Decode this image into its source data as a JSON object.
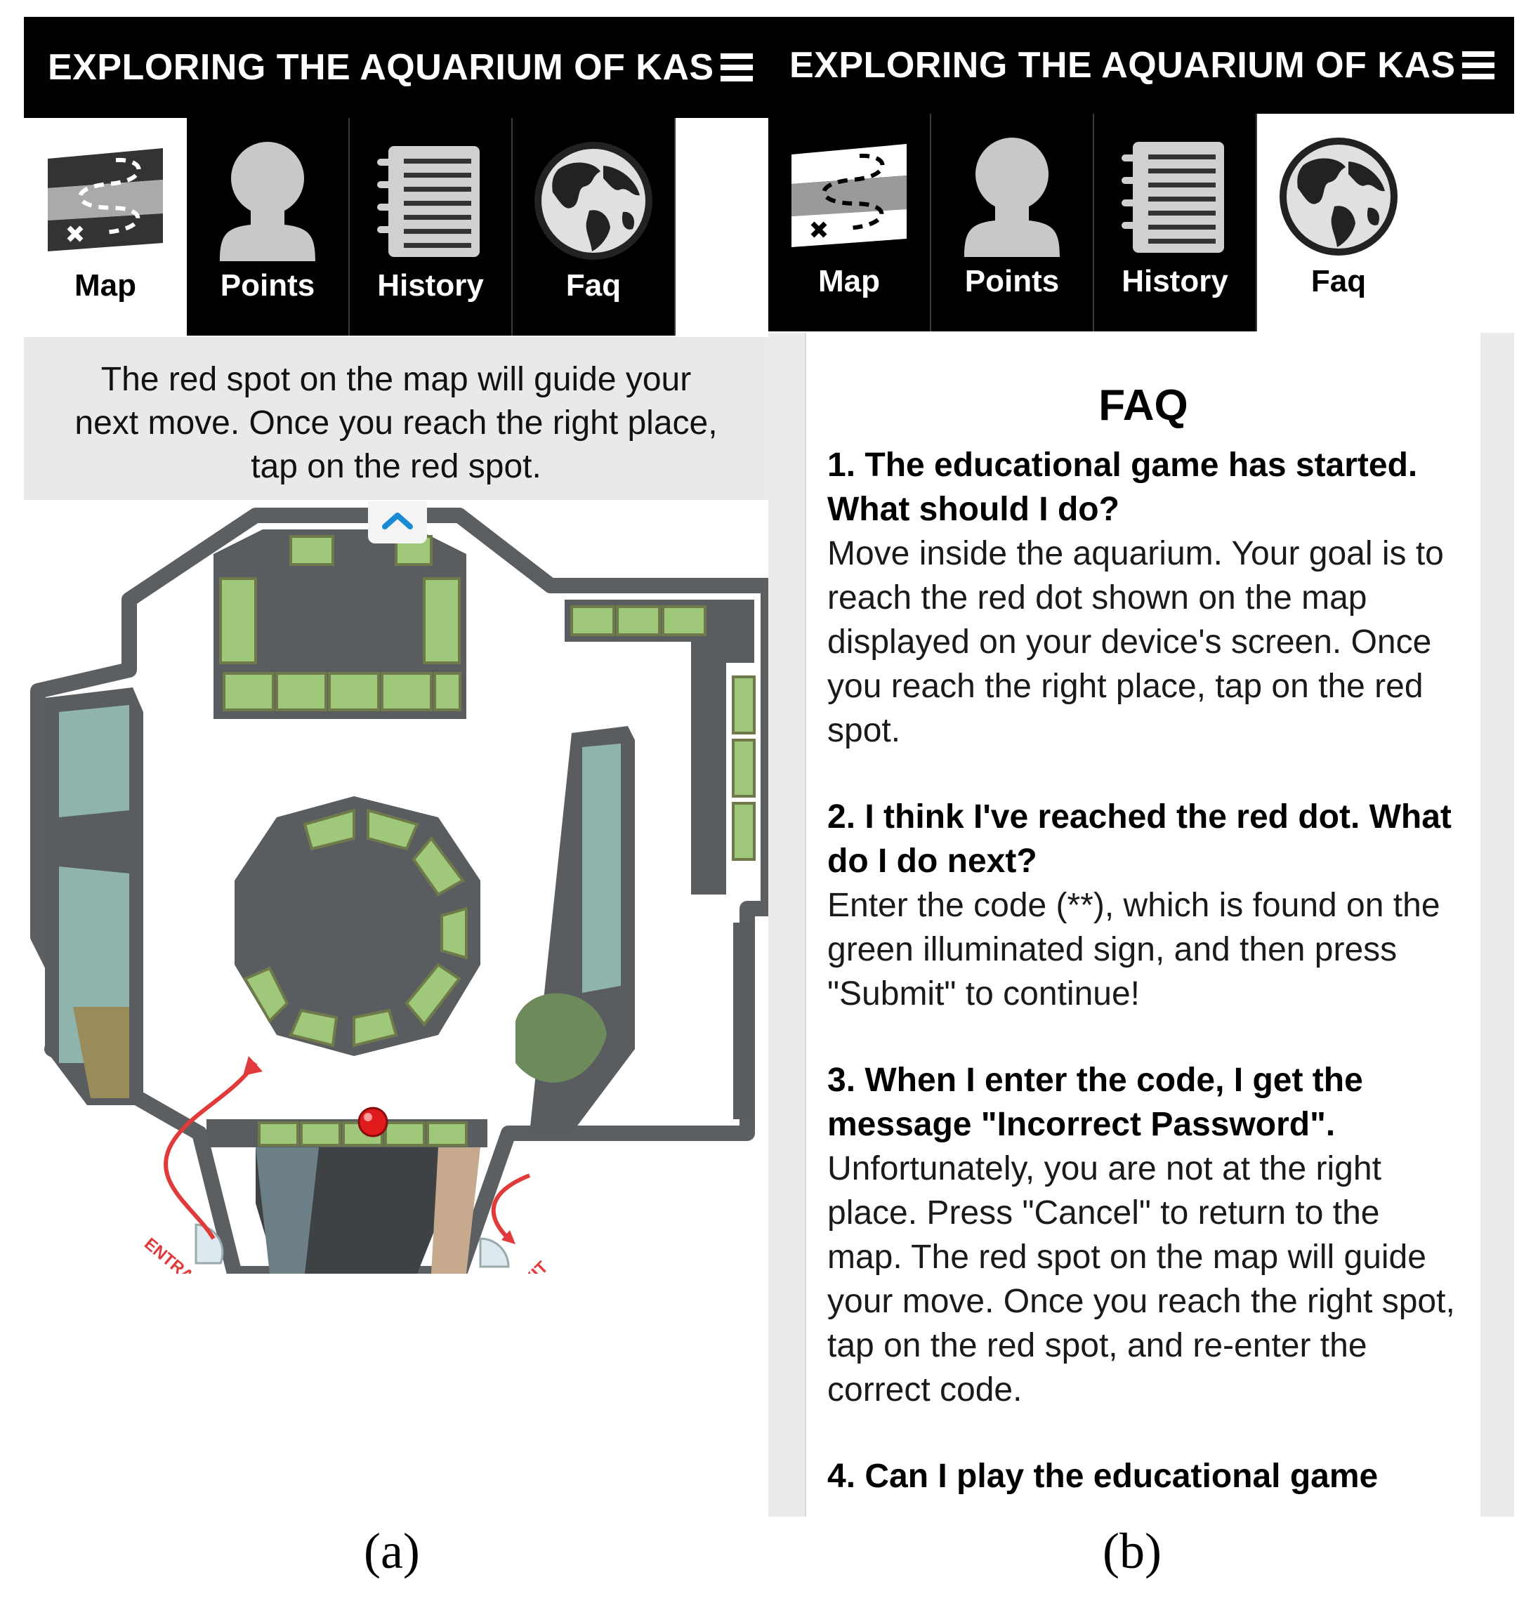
{
  "screen_a": {
    "app_title": "EXPLORING THE AQUARIUM OF KAS",
    "tabs": [
      {
        "label": "Map",
        "icon": "map-icon"
      },
      {
        "label": "Points",
        "icon": "user-icon"
      },
      {
        "label": "History",
        "icon": "notebook-icon"
      },
      {
        "label": "Faq",
        "icon": "globe-icon"
      }
    ],
    "active_tab": "Map",
    "hint_lines": [
      "The red spot on the map will guide your",
      "next move. Once you reach the right place,",
      "tap on the red spot."
    ],
    "map_labels": {
      "entrance": "ENTRANCE",
      "exit": "EXIT"
    },
    "target_marker_color": "#e01b1b"
  },
  "screen_b": {
    "app_title": "EXPLORING THE AQUARIUM OF KAS",
    "tabs": [
      {
        "label": "Map",
        "icon": "map-icon"
      },
      {
        "label": "Points",
        "icon": "user-icon"
      },
      {
        "label": "History",
        "icon": "notebook-icon"
      },
      {
        "label": "Faq",
        "icon": "globe-icon"
      }
    ],
    "active_tab": "Faq",
    "faq": {
      "title": "FAQ",
      "items": [
        {
          "question": "1. The educational game has started. What should I do?",
          "answer": "Move inside the aquarium. Your goal is to reach the red dot shown on the map displayed on your device's screen. Once you reach the right place, tap on the red spot."
        },
        {
          "question": "2. I think I've reached the red dot. What do I do next?",
          "answer": "Enter the code (**), which is found on the green illuminated sign, and then press \"Submit\" to continue!"
        },
        {
          "question": "3. When I enter the code, I get the message \"Incorrect Password\".",
          "answer": "Unfortunately, you are not at the right place. Press \"Cancel\" to return to the map. The red spot on the map will guide your move. Once you reach the right spot, tap on the red spot, and re-enter the correct code."
        },
        {
          "question": "4. Can I play the educational game",
          "answer": ""
        }
      ]
    }
  },
  "captions": {
    "a": "(a)",
    "b": "(b)"
  }
}
